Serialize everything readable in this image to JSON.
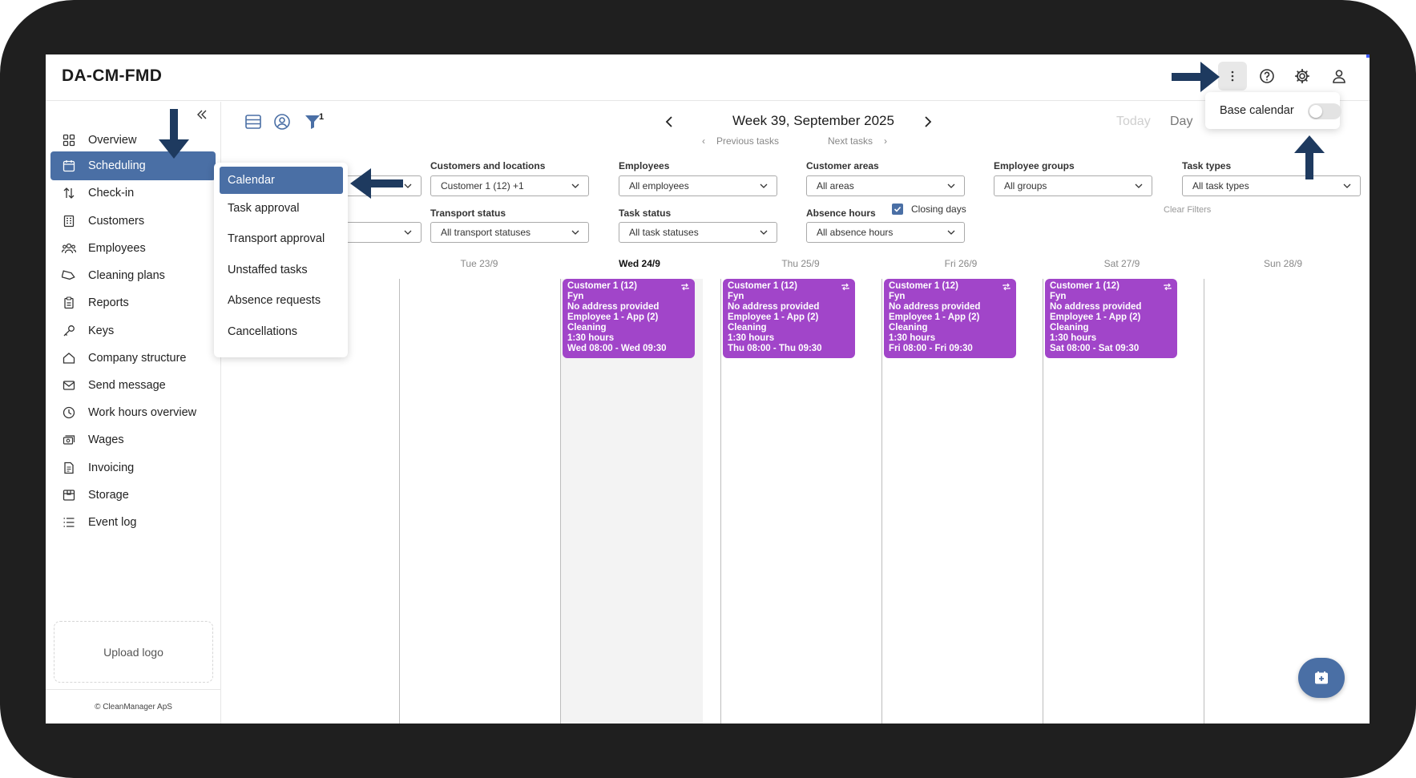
{
  "app": {
    "title": "DA-CM-FMD"
  },
  "topbar": {
    "icons": [
      "more-vertical-icon",
      "help-icon",
      "gear-icon",
      "user-icon"
    ]
  },
  "base_calendar": {
    "label": "Base calendar",
    "enabled": false
  },
  "sidebar": {
    "items": [
      {
        "label": "Overview",
        "icon": "grid-icon"
      },
      {
        "label": "Scheduling",
        "icon": "calendar-icon",
        "active": true
      },
      {
        "label": "Check-in",
        "icon": "sort-arrows-icon"
      },
      {
        "label": "Customers",
        "icon": "building-icon"
      },
      {
        "label": "Employees",
        "icon": "people-icon"
      },
      {
        "label": "Cleaning plans",
        "icon": "tag-icon"
      },
      {
        "label": "Reports",
        "icon": "clipboard-icon"
      },
      {
        "label": "Keys",
        "icon": "key-icon"
      },
      {
        "label": "Company structure",
        "icon": "home-icon"
      },
      {
        "label": "Send message",
        "icon": "mail-icon"
      },
      {
        "label": "Work hours overview",
        "icon": "clock-icon"
      },
      {
        "label": "Wages",
        "icon": "money-icon"
      },
      {
        "label": "Invoicing",
        "icon": "document-icon"
      },
      {
        "label": "Storage",
        "icon": "box-icon"
      },
      {
        "label": "Event log",
        "icon": "list-icon"
      }
    ],
    "upload_logo": "Upload logo",
    "footer": "© CleanManager ApS"
  },
  "submenu": {
    "items": [
      "Calendar",
      "Task approval",
      "Transport approval",
      "Unstaffed tasks",
      "Absence requests",
      "Cancellations"
    ],
    "selected": "Calendar"
  },
  "toolbar": {
    "filter_count": "1",
    "week_title": "Week 39, September 2025",
    "previous_tasks": "Previous tasks",
    "next_tasks": "Next tasks",
    "today": "Today",
    "day": "Day"
  },
  "filters": {
    "row1": [
      {
        "label": "Customers and locations",
        "value": "Customer 1 (12) +1"
      },
      {
        "label": "Employees",
        "value": "All employees"
      },
      {
        "label": "Customer areas",
        "value": "All areas"
      },
      {
        "label": "Employee groups",
        "value": "All groups"
      },
      {
        "label": "Task types",
        "value": "All task types"
      }
    ],
    "row2": [
      {
        "label": "Transport status",
        "value": "All transport statuses"
      },
      {
        "label": "Task status",
        "value": "All task statuses"
      },
      {
        "label": "Absence hours",
        "value": "All absence hours"
      }
    ],
    "closing_days": {
      "label": "Closing days",
      "checked": true
    },
    "clear": "Clear Filters"
  },
  "calendar": {
    "days": [
      "Tue 23/9",
      "Wed 24/9",
      "Thu 25/9",
      "Fri 26/9",
      "Sat 27/9",
      "Sun 28/9"
    ],
    "today": "Wed 24/9",
    "tasks": [
      {
        "customer": "Customer 1 (12)",
        "area": "Fyn",
        "address": "No address provided",
        "employee": "Employee 1 - App (2)",
        "type": "Cleaning",
        "duration": "1:30 hours",
        "time": "Wed 08:00 - Wed 09:30"
      },
      {
        "customer": "Customer 1 (12)",
        "area": "Fyn",
        "address": "No address provided",
        "employee": "Employee 1 - App (2)",
        "type": "Cleaning",
        "duration": "1:30 hours",
        "time": "Thu 08:00 - Thu 09:30"
      },
      {
        "customer": "Customer 1 (12)",
        "area": "Fyn",
        "address": "No address provided",
        "employee": "Employee 1 - App (2)",
        "type": "Cleaning",
        "duration": "1:30 hours",
        "time": "Fri 08:00 - Fri 09:30"
      },
      {
        "customer": "Customer 1 (12)",
        "area": "Fyn",
        "address": "No address provided",
        "employee": "Employee 1 - App (2)",
        "type": "Cleaning",
        "duration": "1:30 hours",
        "time": "Sat 08:00 - Sat 09:30"
      }
    ]
  },
  "colors": {
    "accent": "#4a6fa5",
    "task": "#a145c9",
    "guide_arrow": "#1e3a5f"
  }
}
